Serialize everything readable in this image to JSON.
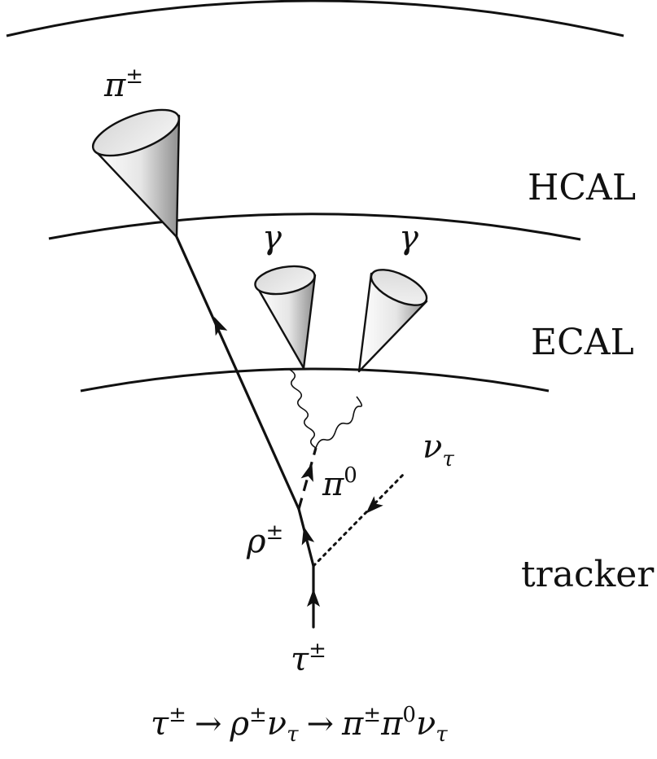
{
  "layers": {
    "hcal": "HCAL",
    "ecal": "ECAL",
    "tracker": "tracker"
  },
  "particles": {
    "pi_charged": {
      "base": "π",
      "sup": "±"
    },
    "gamma_left": {
      "base": "γ"
    },
    "gamma_right": {
      "base": "γ"
    },
    "nu_tau": {
      "base": "ν",
      "sub": "τ"
    },
    "pi_zero": {
      "base": "π",
      "sup": "0"
    },
    "rho": {
      "base": "ρ",
      "sup": "±"
    },
    "tau": {
      "base": "τ",
      "sup": "±"
    }
  },
  "decay_chain": {
    "tau": "τ",
    "tau_sup": "±",
    "arrow1": "→",
    "rho": "ρ",
    "rho_sup": "±",
    "nu1": "ν",
    "nu1_sub": "τ",
    "arrow2": "→",
    "pi1": "π",
    "pi1_sup": "±",
    "pi2": "π",
    "pi2_sup": "0",
    "nu2": "ν",
    "nu2_sub": "τ"
  }
}
